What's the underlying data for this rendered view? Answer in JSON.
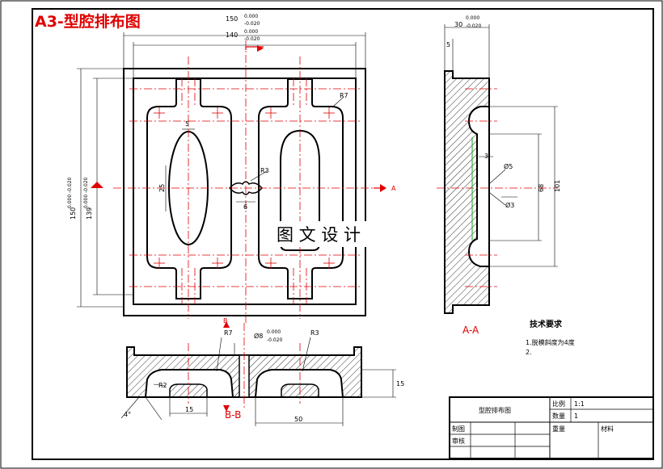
{
  "title": "A3-型腔排布图",
  "watermark": "图 文 设 计",
  "dimensions": {
    "width150": "150",
    "width150_tol_upper": "0.000",
    "width150_tol_lower": "-0.020",
    "width140": "140",
    "width140_tol_upper": "0.000",
    "width140_tol_lower": "-0.020",
    "height150": "150",
    "height150_tol": "0.000 -0.020",
    "height139": "139",
    "height139_tol": "0.000 -0.020",
    "thick30": "30",
    "thick30_tol_upper": "0.000",
    "thick30_tol_lower": "-0.020",
    "d5_top": "5",
    "d5_cavity": "5",
    "d25": "25",
    "d6": "6",
    "r3_top": "R3",
    "r7_top": "R7",
    "d3_side": "3",
    "phi5": "Ø5",
    "phi3": "Ø3",
    "d68": "68",
    "d101": "101",
    "r7_sec": "R7",
    "phi8": "Ø8",
    "phi8_tol_upper": "0.000",
    "phi8_tol_lower": "-0.020",
    "r3_sec": "R3",
    "r2_sec": "R2",
    "d15_v": "15",
    "d15_h": "15",
    "d50": "50",
    "angle4": "4°"
  },
  "section_labels": {
    "a_marker": "A",
    "aa": "A-A",
    "b_marker": "B",
    "bb": "B-B"
  },
  "tech_requirements": {
    "heading": "技术要求",
    "item1": "1.脱模斜度为4度",
    "item2": "2."
  },
  "title_block": {
    "name": "型腔排布图",
    "scale_label": "比例",
    "scale_value": "1:1",
    "qty_label": "数量",
    "qty_value": "1",
    "drawn_label": "制图",
    "checked_label": "审核",
    "weight_label": "重量",
    "material_label": "材料"
  }
}
